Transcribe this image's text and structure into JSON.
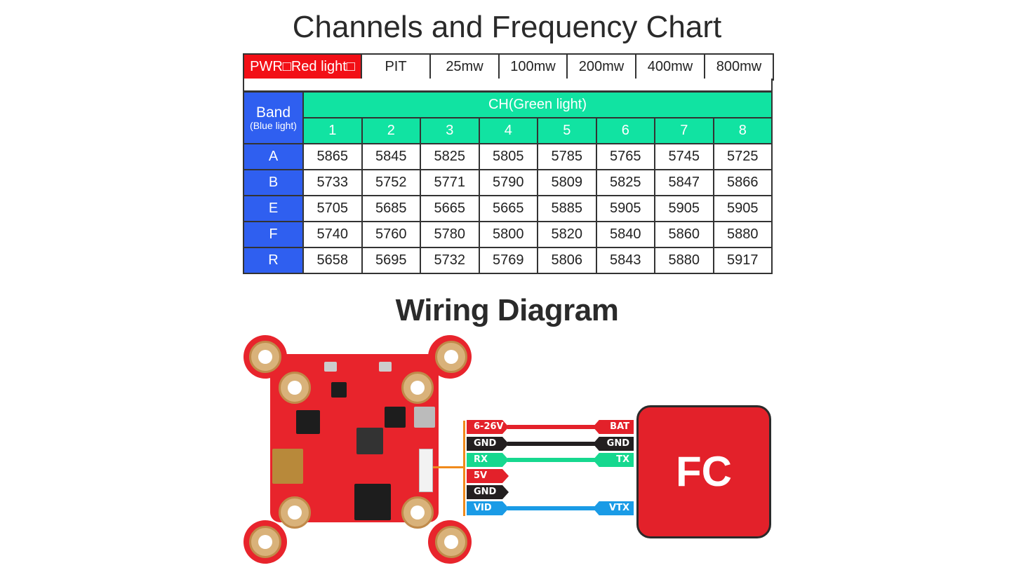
{
  "titles": {
    "chart": "Channels and Frequency Chart",
    "wiring": "Wiring Diagram"
  },
  "power_row": {
    "label": "PWR□Red light□",
    "levels": [
      "PIT",
      "25mw",
      "100mw",
      "200mw",
      "400mw",
      "800mw"
    ]
  },
  "freq_table": {
    "band_header": "Band",
    "band_sub": "(Blue light)",
    "ch_header": "CH(Green light)",
    "channels": [
      "1",
      "2",
      "3",
      "4",
      "5",
      "6",
      "7",
      "8"
    ],
    "rows": [
      {
        "band": "A",
        "values": [
          "5865",
          "5845",
          "5825",
          "5805",
          "5785",
          "5765",
          "5745",
          "5725"
        ]
      },
      {
        "band": "B",
        "values": [
          "5733",
          "5752",
          "5771",
          "5790",
          "5809",
          "5825",
          "5847",
          "5866"
        ]
      },
      {
        "band": "E",
        "values": [
          "5705",
          "5685",
          "5665",
          "5665",
          "5885",
          "5905",
          "5905",
          "5905"
        ]
      },
      {
        "band": "F",
        "values": [
          "5740",
          "5760",
          "5780",
          "5800",
          "5820",
          "5840",
          "5860",
          "5880"
        ]
      },
      {
        "band": "R",
        "values": [
          "5658",
          "5695",
          "5732",
          "5769",
          "5806",
          "5843",
          "5880",
          "5917"
        ]
      }
    ]
  },
  "wiring": [
    {
      "left": "6-26V",
      "right": "BAT",
      "color": "#e3212a"
    },
    {
      "left": "GND",
      "right": "GND",
      "color": "#231f20"
    },
    {
      "left": "RX",
      "right": "TX",
      "color": "#16d88f"
    },
    {
      "left": "5V",
      "right": null,
      "color": "#e3212a"
    },
    {
      "left": "GND",
      "right": null,
      "color": "#231f20"
    },
    {
      "left": "VID",
      "right": "VTX",
      "color": "#1a9be6"
    }
  ],
  "fc_label": "FC"
}
